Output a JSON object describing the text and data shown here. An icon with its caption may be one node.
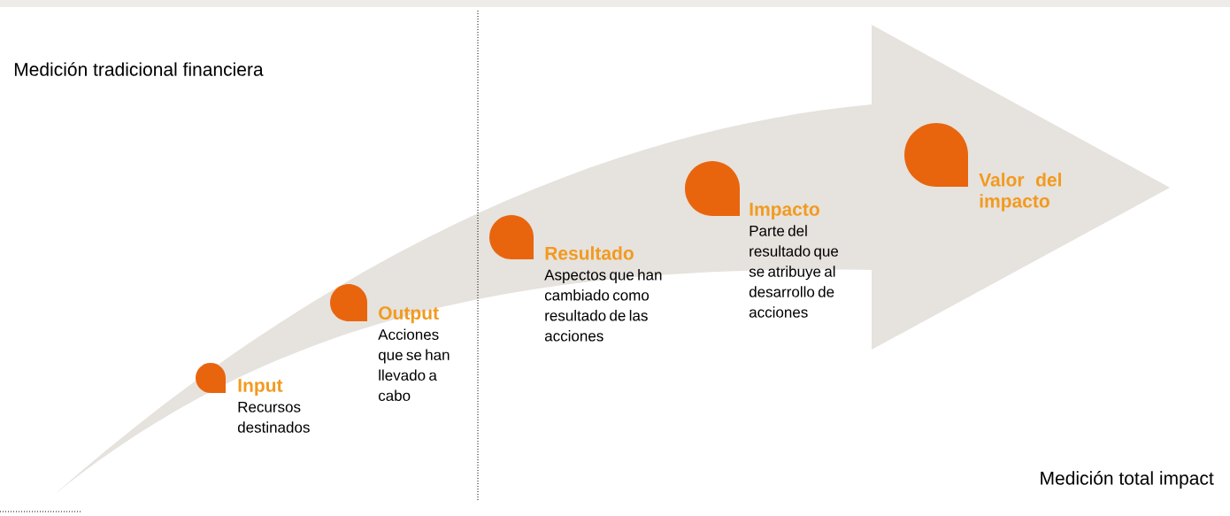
{
  "diagram": {
    "nodes": [
      {
        "text": [
          "Input",
          "Recursos destinados"
        ]
      },
      {
        "text": [
          "Output",
          "Acciones que se han llevado a cabo"
        ]
      },
      {
        "text": [
          "Resultado",
          "Aspectos que han cambiado como resultado de las acciones"
        ]
      },
      {
        "text": [
          "Impacto",
          "Parte del resultado que se atribuye al desarrollo de acciones"
        ]
      },
      {
        "text": [
          "Valor del impacto"
        ]
      }
    ],
    "labels": [
      "Medición tradicional financiera",
      "Medición total impact"
    ]
  }
}
